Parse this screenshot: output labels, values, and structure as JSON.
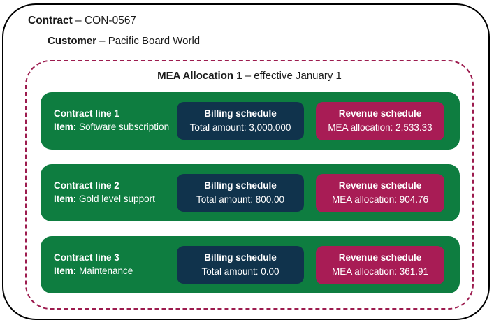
{
  "contract": {
    "label": "Contract",
    "rest": " – CON-0567"
  },
  "customer": {
    "label": "Customer",
    "rest": " – Pacific Board World"
  },
  "mea_group": {
    "title_bold": "MEA Allocation 1",
    "title_rest": " – effective January 1"
  },
  "colors": {
    "row_green": "#0e7d40",
    "billing_navy": "#10334c",
    "revenue_crimson": "#a81c55",
    "mea_dashed_border": "#9c1b4e",
    "outer_border": "#000000"
  },
  "rows": [
    {
      "line_label": "Contract line 1",
      "item_label": "Item:",
      "item_value": " Software subscription",
      "billing_title": "Billing schedule",
      "billing_value": "Total amount: 3,000.000",
      "revenue_title": "Revenue schedule",
      "revenue_value": "MEA allocation: 2,533.33"
    },
    {
      "line_label": "Contract line 2",
      "item_label": "Item:",
      "item_value": " Gold level support",
      "billing_title": "Billing schedule",
      "billing_value": "Total amount: 800.00",
      "revenue_title": "Revenue schedule",
      "revenue_value": "MEA allocation: 904.76"
    },
    {
      "line_label": "Contract line 3",
      "item_label": "Item:",
      "item_value": " Maintenance",
      "billing_title": "Billing schedule",
      "billing_value": "Total amount: 0.00",
      "revenue_title": "Revenue schedule",
      "revenue_value": "MEA allocation: 361.91"
    }
  ]
}
